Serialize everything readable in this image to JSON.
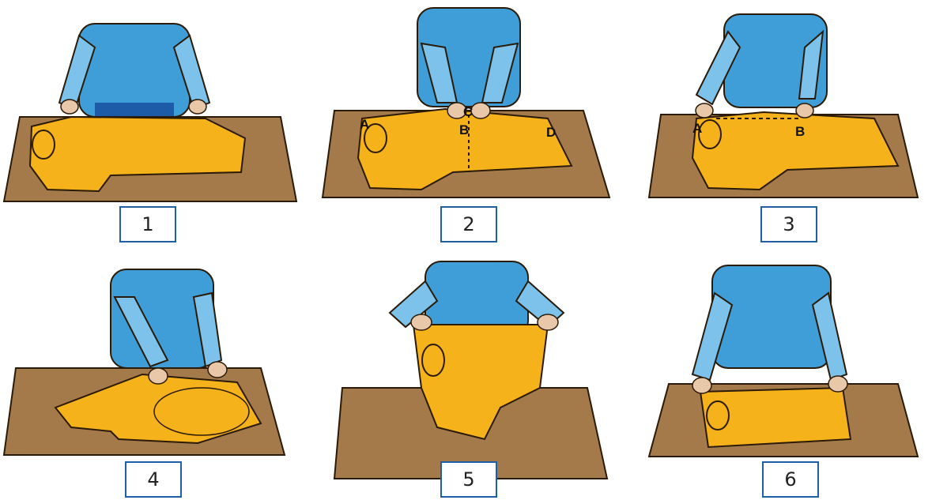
{
  "colors": {
    "shirt_person": "#3f9ed8",
    "sleeve_person": "#7cc2ea",
    "pants": "#1d5aa8",
    "skin": "#e8c8a8",
    "table": "#a57a4b",
    "garment": "#f6b21a",
    "outline": "#2a1a08",
    "box_border": "#1f5fa8"
  },
  "steps": [
    {
      "number": "1",
      "labels": []
    },
    {
      "number": "2",
      "labels": [
        "A",
        "C",
        "B",
        "D"
      ]
    },
    {
      "number": "3",
      "labels": [
        "A",
        "B"
      ]
    },
    {
      "number": "4",
      "labels": []
    },
    {
      "number": "5",
      "labels": []
    },
    {
      "number": "6",
      "labels": []
    }
  ]
}
